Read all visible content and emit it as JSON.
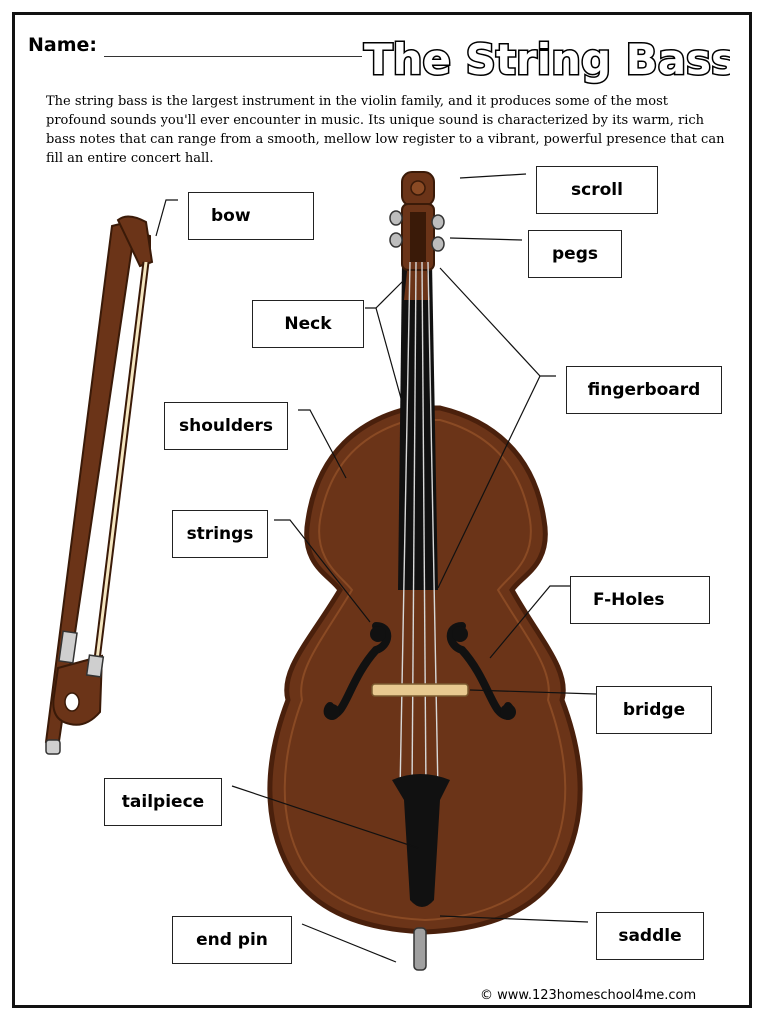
{
  "worksheet": {
    "name_label": "Name:",
    "title": "The String Bass",
    "intro": "The string bass is the largest instrument in the violin family, and it produces some of the most profound sounds you'll ever encounter in music. Its unique sound is characterized by its warm, rich bass notes that can range from a smooth, mellow low register to a vibrant, powerful presence that can fill an entire concert hall.",
    "credit": "© www.123homeschool4me.com"
  },
  "labels": {
    "scroll": "scroll",
    "bow": "bow",
    "pegs": "pegs",
    "neck": "Neck",
    "fingerboard": "fingerboard",
    "shoulders": "shoulders",
    "strings": "strings",
    "f_holes": "F-Holes",
    "bridge": "bridge",
    "tailpiece": "tailpiece",
    "end_pin": "end pin",
    "saddle": "saddle"
  },
  "colors": {
    "body": "#6b3418",
    "body_edge": "#4a200c",
    "wood_light": "#8a4a24",
    "black": "#111111",
    "bridge": "#e8c990",
    "hair": "#f4e6c0"
  }
}
